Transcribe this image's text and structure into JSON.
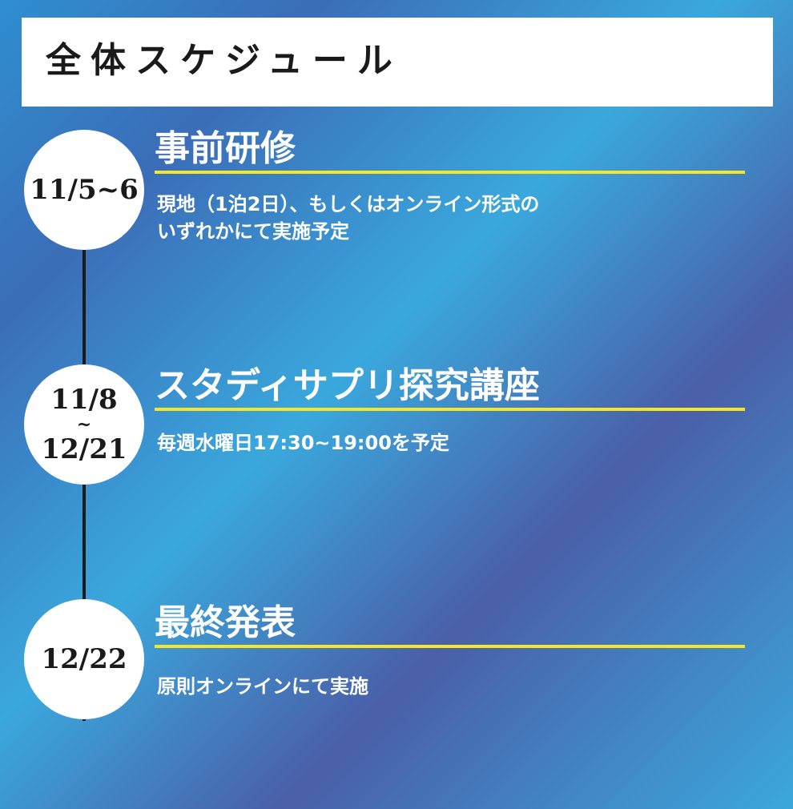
{
  "title": "全体スケジュール",
  "events": [
    {
      "date": "11/5~6",
      "title": "事前研修",
      "description_lines": [
        "現地（1泊2日）、もしくはオンライン形式の",
        "いずれかにて実施予定"
      ]
    },
    {
      "date_start": "11/8",
      "date_sep": "~",
      "date_end": "12/21",
      "title": "スタディサプリ探究講座",
      "description_lines": [
        "毎週水曜日17:30~19:00を予定"
      ]
    },
    {
      "date": "12/22",
      "title": "最終発表",
      "description_lines": [
        "原則オンラインにて実施"
      ]
    }
  ],
  "colors": {
    "underline": "#f5e629",
    "circle": "#ffffff",
    "text": "#ffffff",
    "title_text": "#1a1a1a"
  }
}
